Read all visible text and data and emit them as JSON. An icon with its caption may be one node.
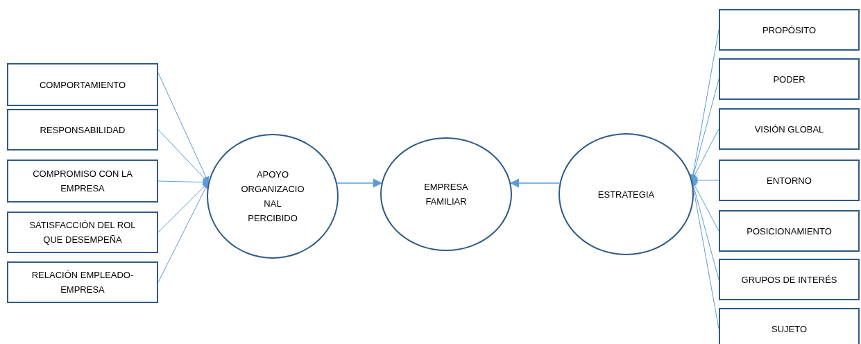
{
  "diagram": {
    "nodes": [
      {
        "text": [
          "COMPORTAMIENTO"
        ]
      },
      {
        "text": [
          "RESPONSABILIDAD"
        ]
      },
      {
        "text": [
          "COMPROMISO CON LA EMPRESA"
        ]
      },
      {
        "text": [
          "SATISFACCIÓN DEL ROL QUE DESEMPEÑA"
        ]
      },
      {
        "text": [
          "RELACIÓN EMPLEADO- EMPRESA"
        ]
      },
      {
        "text": [
          "APOYO ORGANIZACIO NAL PERCIBIDO"
        ]
      },
      {
        "text": [
          "EMPRESA FAMILIAR"
        ]
      },
      {
        "text": [
          "ESTRATEGIA"
        ]
      },
      {
        "text": [
          "PROPÓSITO"
        ]
      },
      {
        "text": [
          "PODER"
        ]
      },
      {
        "text": [
          "VISIÓN GLOBAL"
        ]
      },
      {
        "text": [
          "ENTORNO"
        ]
      },
      {
        "text": [
          "POSICIONAMIENTO"
        ]
      },
      {
        "text": [
          "GRUPOS DE INTERÉS"
        ]
      },
      {
        "text": [
          "SUJETO"
        ]
      }
    ],
    "edges": [
      {
        "from": 0,
        "to": 5,
        "arrow": "to"
      },
      {
        "from": 1,
        "to": 5,
        "arrow": "to"
      },
      {
        "from": 2,
        "to": 5,
        "arrow": "to"
      },
      {
        "from": 3,
        "to": 5,
        "arrow": "to"
      },
      {
        "from": 4,
        "to": 5,
        "arrow": "to"
      },
      {
        "from": 5,
        "to": 6,
        "arrow": "to"
      },
      {
        "from": 7,
        "to": 6,
        "arrow": "to"
      },
      {
        "from": 8,
        "to": 7,
        "arrow": "to"
      },
      {
        "from": 9,
        "to": 7,
        "arrow": "to"
      },
      {
        "from": 10,
        "to": 7,
        "arrow": "to"
      },
      {
        "from": 11,
        "to": 7,
        "arrow": "to"
      },
      {
        "from": 12,
        "to": 7,
        "arrow": "to"
      },
      {
        "from": 13,
        "to": 7,
        "arrow": "to"
      },
      {
        "from": 14,
        "to": 7,
        "arrow": "to"
      }
    ]
  }
}
